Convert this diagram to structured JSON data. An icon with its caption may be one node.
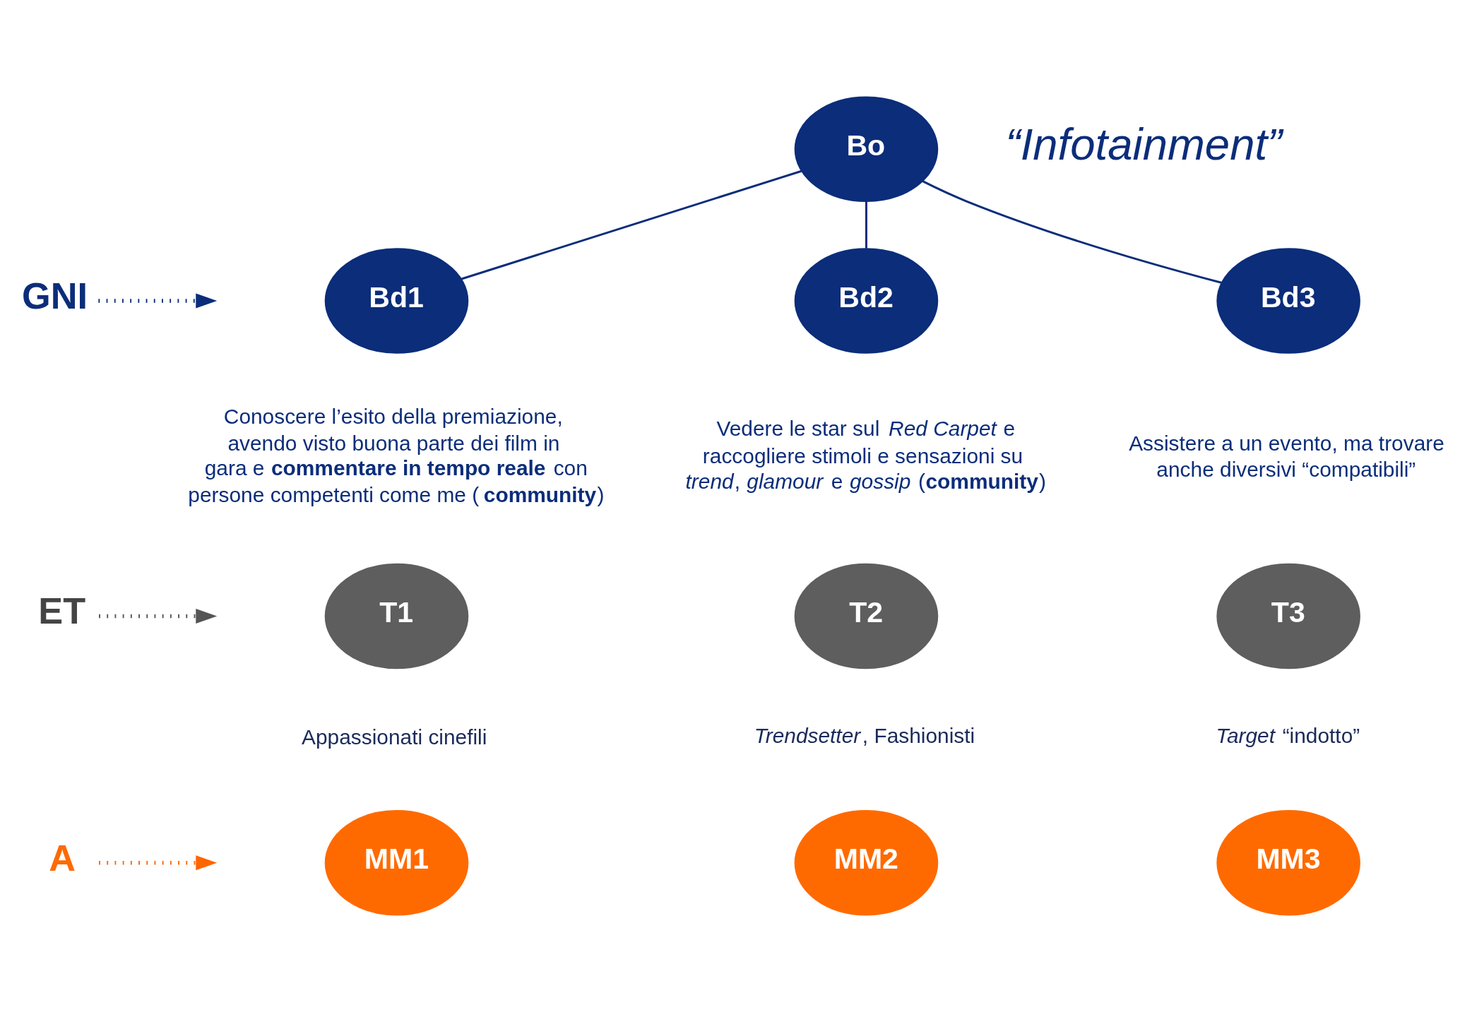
{
  "diagram": {
    "nodes": [
      {
        "text": [
          "Bo"
        ],
        "beside": [
          "“Infotainment”"
        ]
      },
      {
        "text": [
          "GNI"
        ]
      },
      {
        "text": [
          "Bd1"
        ],
        "beside": [
          "Conoscere l’esito della premiazione, avendo visto buona parte dei film in gara e **commentare in tempo reale** con persone competenti come me (**community**)"
        ]
      },
      {
        "text": [
          "Bd2"
        ],
        "beside": [
          "Vedere le star sul *Red Carpet* e raccogliere stimoli e sensazioni su *trend*, *glamour* e *gossip* (**community**)"
        ]
      },
      {
        "text": [
          "Bd3"
        ],
        "beside": [
          "Assistere a un evento, ma trovare anche diversivi “compatibili”"
        ]
      },
      {
        "text": [
          "ET"
        ]
      },
      {
        "text": [
          "T1"
        ],
        "beside": [
          "Appassionati cinefili"
        ]
      },
      {
        "text": [
          "T2"
        ],
        "beside": [
          "*Trendsetter*, Fashionisti"
        ]
      },
      {
        "text": [
          "T3"
        ],
        "beside": [
          "*Target* “indotto”"
        ]
      },
      {
        "text": [
          "A"
        ]
      },
      {
        "text": [
          "MM1"
        ]
      },
      {
        "text": [
          "MM2"
        ]
      },
      {
        "text": [
          "MM3"
        ]
      }
    ],
    "edges": [
      {
        "from": 0,
        "to": 2,
        "arrow": "none"
      },
      {
        "from": 0,
        "to": 3,
        "arrow": "none"
      },
      {
        "from": 0,
        "to": 4,
        "arrow": "none"
      },
      {
        "from": 1,
        "to": null,
        "arrow": "to",
        "style": "dashed"
      },
      {
        "from": 5,
        "to": null,
        "arrow": "to",
        "style": "dashed",
        "color": "#555555"
      },
      {
        "from": 9,
        "to": null,
        "arrow": "to",
        "style": "dashed",
        "color": "#ff6600"
      }
    ]
  }
}
